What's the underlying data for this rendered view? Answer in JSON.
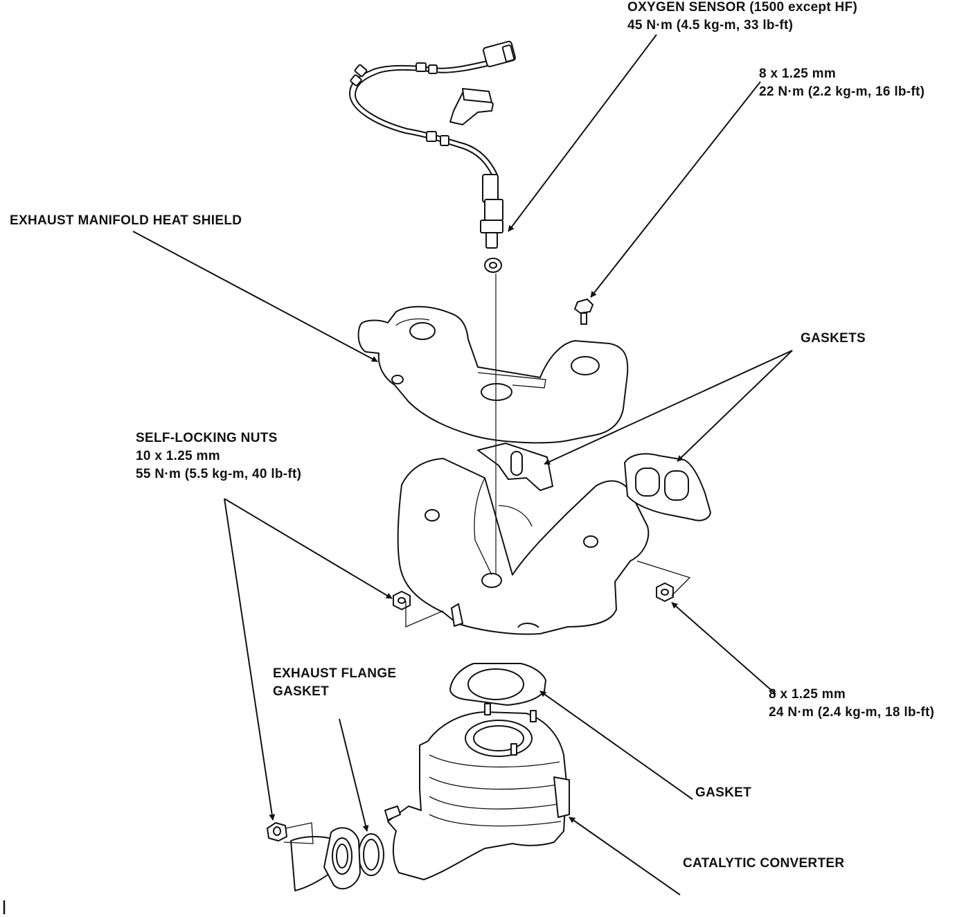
{
  "labels": {
    "oxygen_sensor": {
      "line1": "OXYGEN SENSOR (1500 except HF)",
      "line2": "45 N·m (4.5 kg-m, 33 lb-ft)"
    },
    "bolt_top": {
      "line1": "8 x 1.25 mm",
      "line2": "22 N·m (2.2 kg-m, 16 lb-ft)"
    },
    "heat_shield": "EXHAUST MANIFOLD HEAT SHIELD",
    "gaskets": "GASKETS",
    "self_locking_nuts": {
      "line1": "SELF-LOCKING NUTS",
      "line2": "10 x 1.25 mm",
      "line3": "55 N·m (5.5 kg-m, 40 lb-ft)"
    },
    "exhaust_flange_gasket": {
      "line1": "EXHAUST FLANGE",
      "line2": "GASKET"
    },
    "nut_right": {
      "line1": "8 x 1.25 mm",
      "line2": "24 N·m (2.4 kg-m, 18 lb-ft)"
    },
    "gasket": "GASKET",
    "catalytic_converter": "CATALYTIC CONVERTER"
  }
}
